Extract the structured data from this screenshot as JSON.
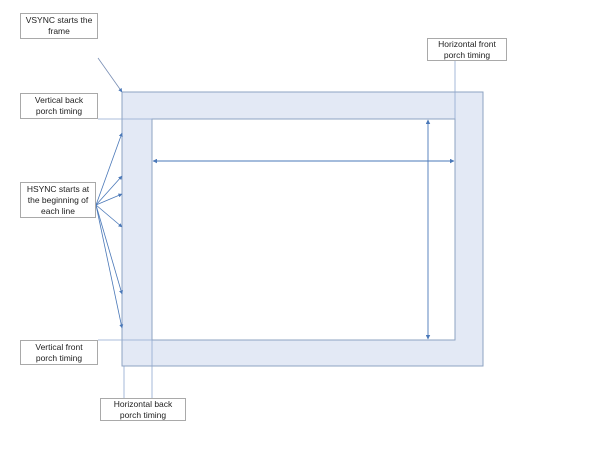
{
  "diagram": {
    "labels": {
      "vsync": "VSYNC starts the frame",
      "h_front_porch": "Horizontal front porch timing",
      "v_back_porch": "Vertical back porch timing",
      "hsync": "HSYNC starts at the beginning of each line",
      "v_front_porch": "Vertical front porch timing",
      "h_back_porch": "Horizontal back porch timing"
    },
    "colors": {
      "porch_fill": "#e3e9f5",
      "outline": "#8ea3c2",
      "arrow": "#4a78b8",
      "guide_line": "#8fa8cf",
      "label_border": "#a9a9a9"
    }
  }
}
